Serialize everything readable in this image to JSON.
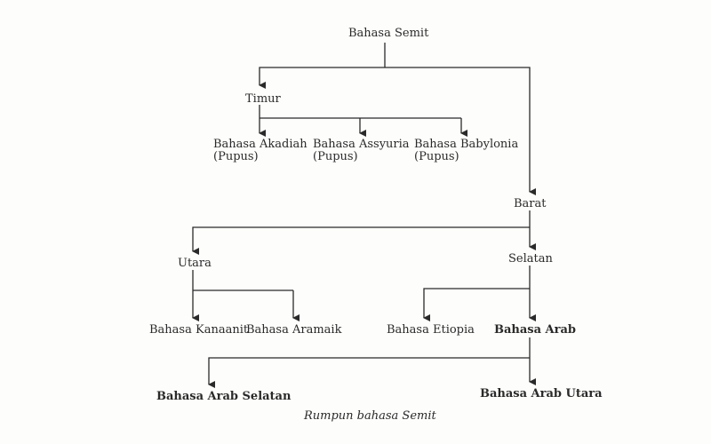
{
  "diagram": {
    "root": "Bahasa Semit",
    "east": {
      "label": "Timur",
      "children": [
        {
          "name": "Bahasa Akadiah",
          "note": "(Pupus)"
        },
        {
          "name": "Bahasa Assyuria",
          "note": "(Pupus)"
        },
        {
          "name": "Bahasa Babylonia",
          "note": "(Pupus)"
        }
      ]
    },
    "west": {
      "label": "Barat",
      "north": {
        "label": "Utara",
        "children": [
          "Bahasa Kanaanit",
          "Bahasa Aramaik"
        ]
      },
      "south": {
        "label": "Selatan",
        "children": [
          "Bahasa Etiopia",
          "Bahasa Arab"
        ]
      }
    },
    "arab_children": [
      "Bahasa Arab Selatan",
      "Bahasa Arab Utara"
    ],
    "caption": "Rumpun bahasa Semit",
    "line_color": "#2a2a2a"
  }
}
